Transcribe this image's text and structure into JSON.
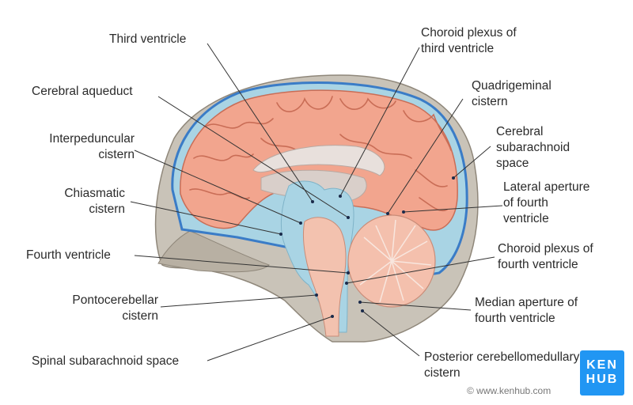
{
  "labels": {
    "third_ventricle": "Third ventricle",
    "choroid_plexus_third": "Choroid plexus of\nthird ventricle",
    "cerebral_aqueduct": "Cerebral aqueduct",
    "quadrigeminal_cistern": "Quadrigeminal\ncistern",
    "interpeduncular_cistern": "Interpeduncular\ncistern",
    "cerebral_subarachnoid_space": "Cerebral\nsubarachnoid\nspace",
    "chiasmatic_cistern": "Chiasmatic\ncistern",
    "lateral_aperture": "Lateral aperture\nof fourth\nventricle",
    "fourth_ventricle": "Fourth ventricle",
    "choroid_plexus_fourth": "Choroid plexus of\nfourth ventricle",
    "pontocerebellar_cistern": "Pontocerebellar\ncistern",
    "median_aperture": "Median aperture of\nfourth ventricle",
    "spinal_subarachnoid_space": "Spinal subarachnoid space",
    "posterior_cerebellomedullary_cistern": "Posterior cerebellomedullary\ncistern"
  },
  "branding": {
    "logo_text": "KEN\nHUB",
    "credit": "© www.kenhub.com"
  },
  "colors": {
    "csf_blue": "#a9d4e4",
    "brain_pink": "#f2a58e",
    "skull_gray": "#c9c3b8",
    "dura_blue": "#3a7cc7",
    "brand_blue": "#2196f3"
  }
}
